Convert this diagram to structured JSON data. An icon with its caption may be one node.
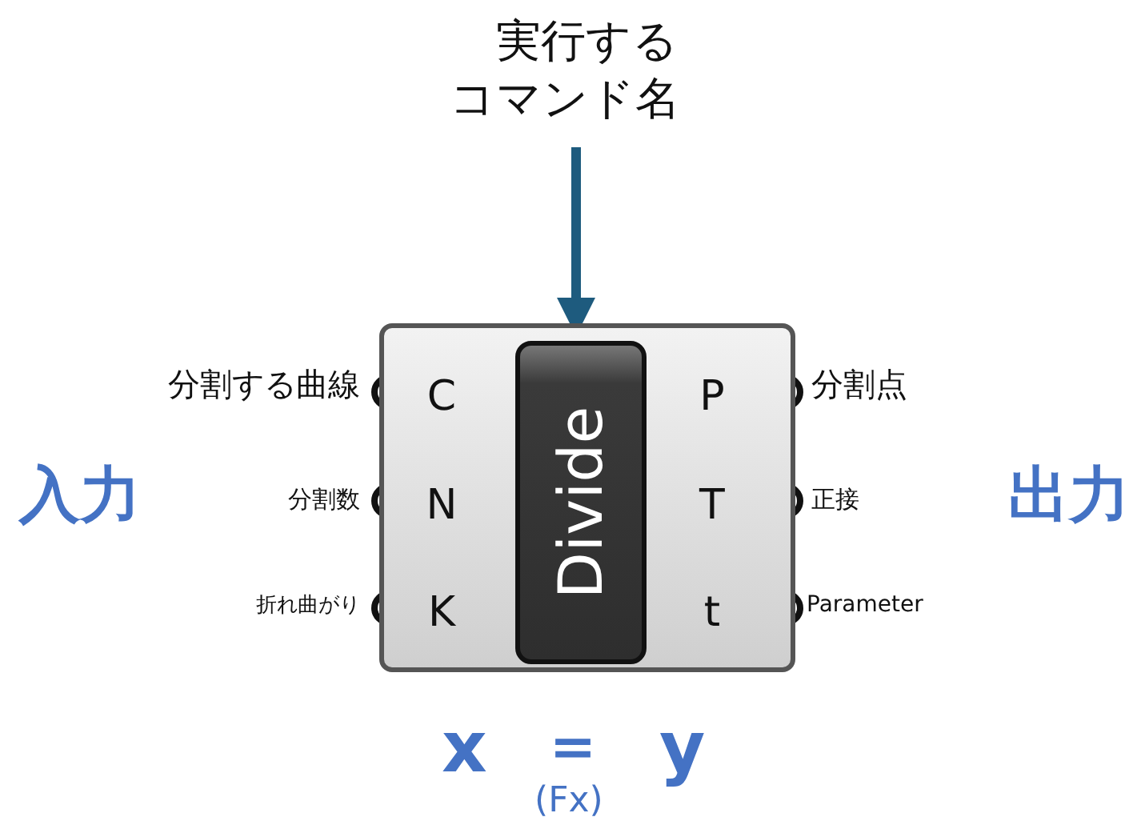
{
  "diagram": {
    "nodes": [
      {
        "text": [
          "実行するコマンド名"
        ]
      },
      {
        "text": [],
        "shape": "box"
      },
      {
        "text": [
          "C"
        ],
        "in": 1,
        "beside": [
          "分割する曲線"
        ]
      },
      {
        "text": [
          "N"
        ],
        "in": 1,
        "beside": [
          "分割数"
        ]
      },
      {
        "text": [
          "K"
        ],
        "in": 1,
        "beside": [
          "折れ曲がり"
        ]
      },
      {
        "text": [
          "Divide"
        ],
        "in": 1
      },
      {
        "text": [
          "P"
        ],
        "in": 1,
        "beside": [
          "分割点"
        ]
      },
      {
        "text": [
          "T"
        ],
        "in": 1,
        "beside": [
          "正接"
        ]
      },
      {
        "text": [
          "t"
        ],
        "in": 1,
        "beside": [
          "Parameter"
        ]
      }
    ],
    "edges": [
      {
        "from": 0,
        "to": 5,
        "arrow": "to",
        "color": "#1e5b7e"
      }
    ],
    "labels": [
      "入力",
      "出力",
      "x",
      "＝",
      "y",
      "(Fx)"
    ]
  }
}
